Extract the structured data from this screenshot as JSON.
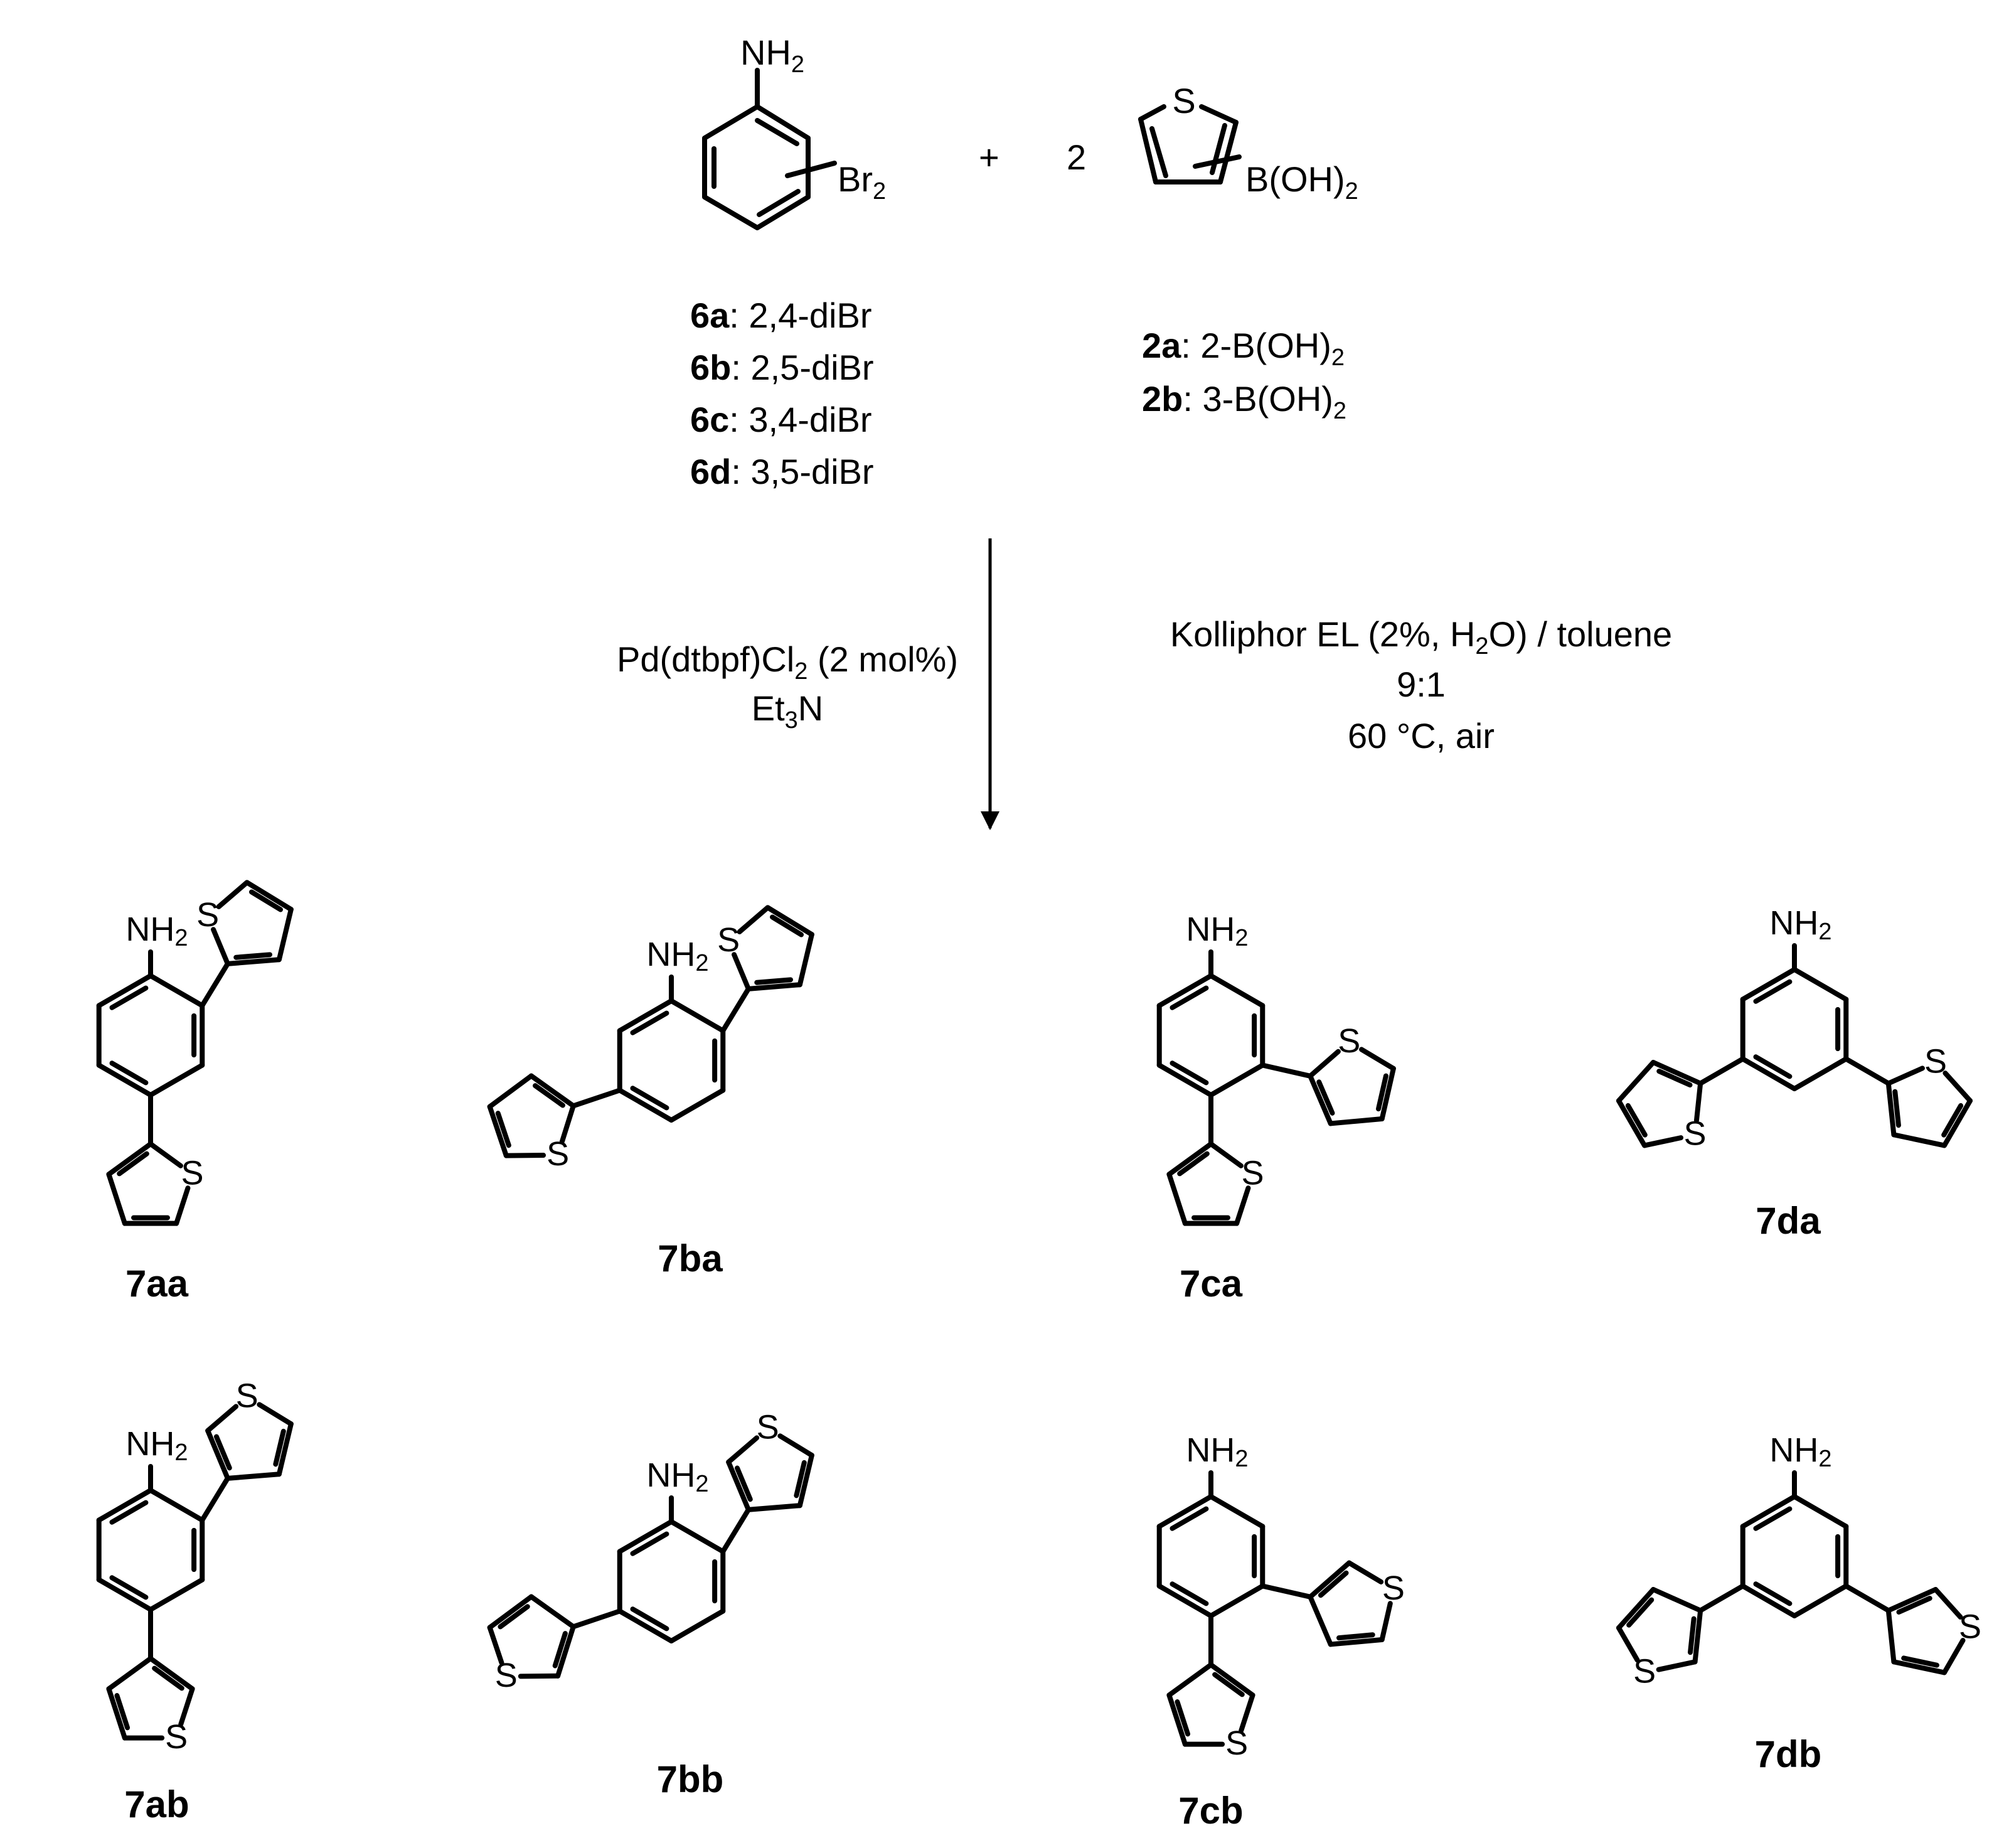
{
  "reactants": {
    "aniline": {
      "group": "NH",
      "group_sub": "2",
      "sub": "Br",
      "sub_sub": "2"
    },
    "plus": "+",
    "equiv": "2",
    "thiophene": {
      "hetero": "S",
      "group": "B(OH)",
      "group_sub": "2"
    }
  },
  "variants_6": [
    {
      "id": "6a",
      "desc": ": 2,4-diBr"
    },
    {
      "id": "6b",
      "desc": ": 2,5-diBr"
    },
    {
      "id": "6c",
      "desc": ": 3,4-diBr"
    },
    {
      "id": "6d",
      "desc": ": 3,5-diBr"
    }
  ],
  "variants_2": [
    {
      "id": "2a",
      "desc_pre": ": 2-B(OH)",
      "desc_sub": "2"
    },
    {
      "id": "2b",
      "desc_pre": ": 3-B(OH)",
      "desc_sub": "2"
    }
  ],
  "conditions_left": {
    "line1_pre": "Pd(dtbpf)Cl",
    "line1_sub": "2",
    "line1_post": " (2 mol%)",
    "line2_pre": "Et",
    "line2_sub": "3",
    "line2_post": "N"
  },
  "conditions_right": {
    "line1_pre": "Kolliphor EL (2%, H",
    "line1_sub": "2",
    "line1_post": "O) / toluene",
    "line2": "9:1",
    "line3": "60 °C, air"
  },
  "atoms": {
    "S": "S",
    "NH": "NH",
    "NH_sub": "2"
  },
  "products": [
    "7aa",
    "7ba",
    "7ca",
    "7da",
    "7ab",
    "7bb",
    "7cb",
    "7db"
  ]
}
